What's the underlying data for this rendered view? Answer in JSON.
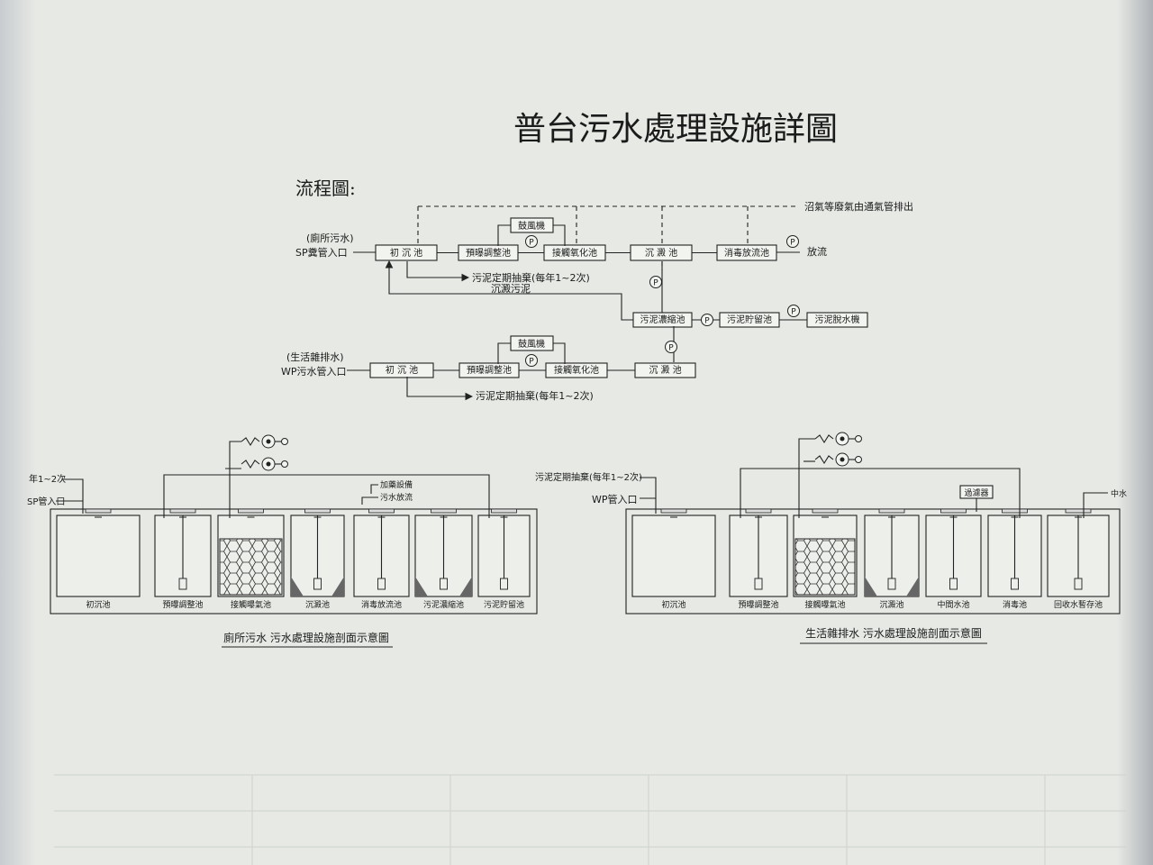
{
  "title": "普台污水處理設施詳圖",
  "flow_label": "流程圖:",
  "gas_note": "沼氣等廢氣由通氣管排出",
  "line1": {
    "source": "(廁所污水)",
    "inlet": "SP糞管入口",
    "nodes": [
      "初 沉 池",
      "預曝調整池",
      "接觸氧化池",
      "沉 澱 池",
      "消毒放流池"
    ],
    "blower": "鼓風機",
    "outlet": "放流",
    "sludge_note": "污泥定期抽棄(每年1~2次)",
    "return_note": "沉澱污泥"
  },
  "sludge_line": {
    "nodes": [
      "污泥濃縮池",
      "污泥貯留池",
      "污泥脫水機"
    ]
  },
  "line2": {
    "source": "(生活雜排水)",
    "inlet": "WP污水管入口",
    "nodes": [
      "初 沉 池",
      "預曝調整池",
      "接觸氧化池",
      "沉 澱 池"
    ],
    "blower": "鼓風機",
    "sludge_note": "污泥定期抽棄(每年1~2次)"
  },
  "pump_symbol": "P",
  "section1": {
    "top_note": "年1~2次",
    "inlet": "SP管入口",
    "dosing": "加藥設備",
    "discharge": "污水放流",
    "tanks": [
      "初沉池",
      "預曝調整池",
      "接觸曝氣池",
      "沉澱池",
      "消毒放流池",
      "污泥濃縮池",
      "污泥貯留池"
    ],
    "caption": "廁所污水 污水處理設施剖面示意圖"
  },
  "section2": {
    "top_note": "污泥定期抽棄(每年1~2次)",
    "inlet": "WP管入口",
    "filter": "過濾器",
    "reclaim": "中水",
    "tanks": [
      "初沉池",
      "預曝調整池",
      "接觸曝氣池",
      "沉澱池",
      "中間水池",
      "消毒池",
      "回收水暫存池"
    ],
    "caption": "生活雜排水 污水處理設施剖面示意圖"
  }
}
